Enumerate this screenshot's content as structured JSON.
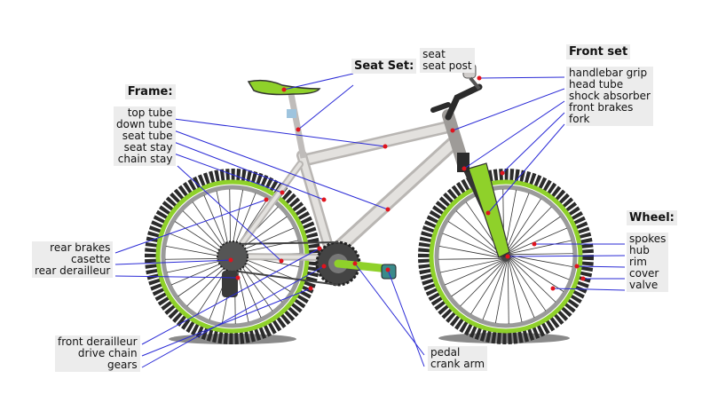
{
  "groups": {
    "seat_set": {
      "heading": "Seat Set:",
      "items": [
        "seat",
        "seat post"
      ]
    },
    "frame": {
      "heading": "Frame:",
      "items": [
        "top tube",
        "down tube",
        "seat tube",
        "seat stay",
        "chain stay"
      ]
    },
    "front_set": {
      "heading": "Front set",
      "items": [
        "handlebar grip",
        "head tube",
        "shock absorber",
        "front brakes",
        "fork"
      ]
    },
    "wheel": {
      "heading": "Wheel:",
      "items": [
        "spokes",
        "hub",
        "rim",
        "cover",
        "valve"
      ]
    },
    "rear": {
      "items": [
        "rear brakes",
        "casette",
        "rear derailleur"
      ]
    },
    "drive": {
      "items": [
        "front derailleur",
        "drive chain",
        "gears"
      ]
    },
    "pedal": {
      "items": [
        "pedal",
        "crank arm"
      ]
    }
  },
  "colors": {
    "frame": "#d9d6d3",
    "accent_green": "#8fd12a",
    "tire": "#2b2b2b",
    "leader_line": "#2a2ad6",
    "marker": "#e0141e"
  }
}
